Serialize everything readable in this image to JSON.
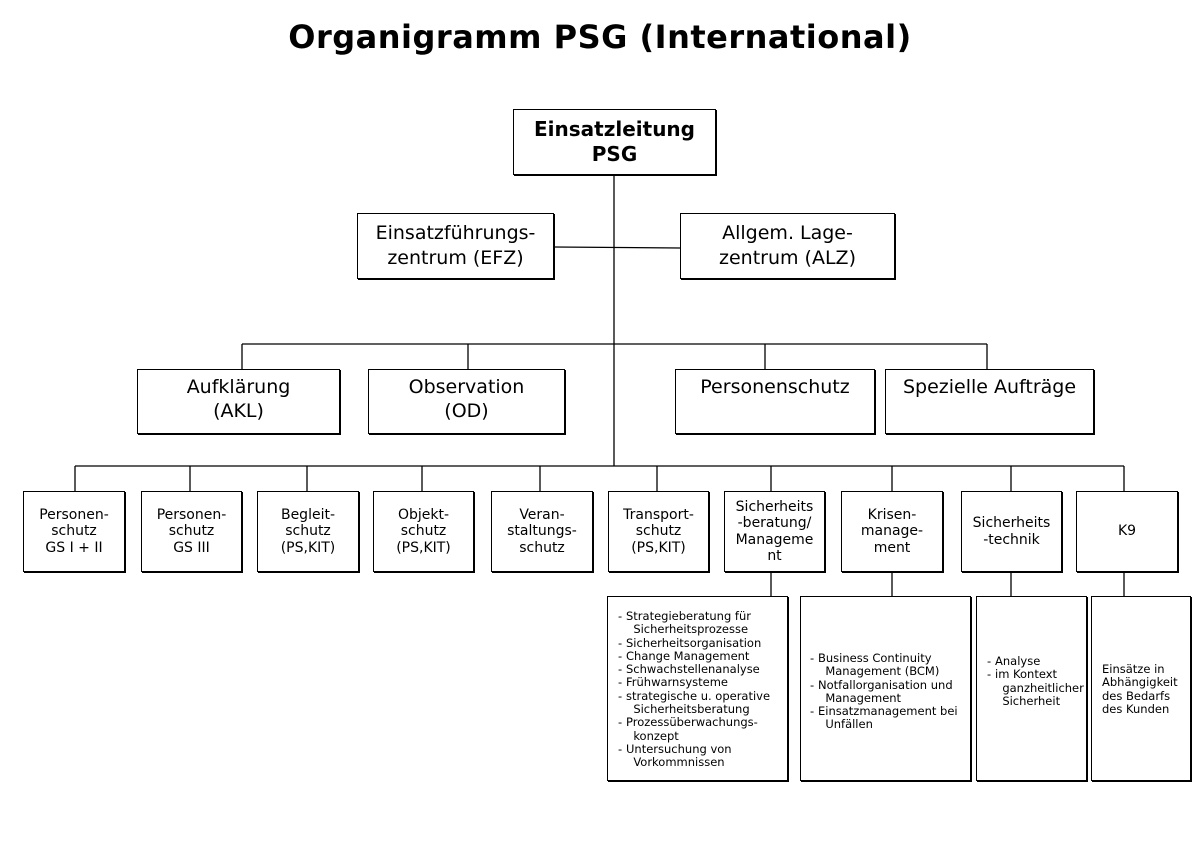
{
  "title": "Organigramm PSG (International)",
  "top": [
    "Einsatzleitung",
    "PSG"
  ],
  "level1": [
    {
      "lines": [
        "Einsatzführungs-",
        "zentrum (EFZ)"
      ]
    },
    {
      "lines": [
        "Allgem. Lage-",
        "zentrum (ALZ)"
      ]
    }
  ],
  "level2": [
    {
      "lines": [
        "Aufklärung",
        "(AKL)"
      ]
    },
    {
      "lines": [
        "Observation",
        "(OD)"
      ]
    },
    {
      "lines": [
        "Personenschutz"
      ]
    },
    {
      "lines": [
        "Spezielle Aufträge"
      ]
    }
  ],
  "units": [
    {
      "lines": [
        "Personen-",
        "schutz",
        "GS I + II"
      ]
    },
    {
      "lines": [
        "Personen-",
        "schutz",
        "GS III"
      ]
    },
    {
      "lines": [
        "Begleit-",
        "schutz",
        "(PS,KIT)"
      ]
    },
    {
      "lines": [
        "Objekt-",
        "schutz",
        "(PS,KIT)"
      ]
    },
    {
      "lines": [
        "Veran-",
        "staltungs-",
        "schutz"
      ]
    },
    {
      "lines": [
        "Transport-",
        "schutz",
        "(PS,KIT)"
      ]
    },
    {
      "lines": [
        "Sicherheits",
        "-beratung/",
        "Manageme",
        "nt"
      ]
    },
    {
      "lines": [
        "Krisen-",
        "manage-",
        "ment"
      ]
    },
    {
      "lines": [
        "Sicherheits",
        "-technik"
      ]
    },
    {
      "lines": [
        "K9"
      ]
    }
  ],
  "details": [
    {
      "items": [
        [
          "Strategieberatung für",
          "Sicherheitsprozesse"
        ],
        [
          "Sicherheitsorganisation"
        ],
        [
          "Change Management"
        ],
        [
          "Schwachstellenanalyse"
        ],
        [
          "Frühwarnsysteme"
        ],
        [
          "strategische u. operative",
          "Sicherheitsberatung"
        ],
        [
          "Prozessüberwachungs-",
          "konzept"
        ],
        [
          "Untersuchung von",
          "Vorkommnissen"
        ]
      ]
    },
    {
      "items": [
        [
          "Business Continuity",
          "Management (BCM)"
        ],
        [
          "Notfallorganisation und",
          "Management"
        ],
        [
          "Einsatzmanagement bei",
          "Unfällen"
        ]
      ]
    },
    {
      "items": [
        [
          "Analyse"
        ],
        [
          "im Kontext",
          "ganzheitlicher",
          "Sicherheit"
        ]
      ]
    },
    {
      "text": [
        "Einsätze in",
        "Abhängigkeit",
        "des Bedarfs",
        "des Kunden"
      ]
    }
  ]
}
